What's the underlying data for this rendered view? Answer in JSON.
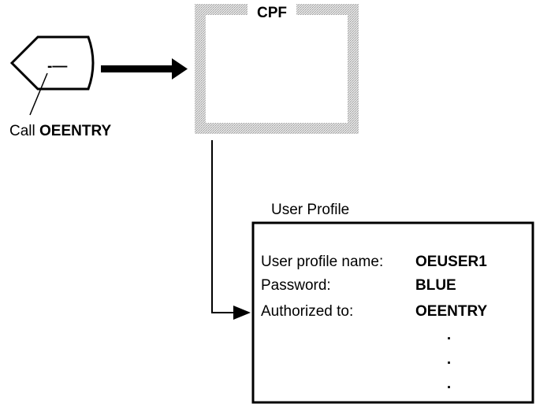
{
  "display_symbol": {
    "label_prefix": "Call",
    "label_program": "OEENTRY",
    "prompt_glyph": "-—"
  },
  "cpf": {
    "title": "CPF"
  },
  "user_profile": {
    "title": "User Profile",
    "rows": [
      {
        "label": "User profile name:",
        "value": "OEUSER1"
      },
      {
        "label": "Password:",
        "value": "BLUE"
      },
      {
        "label": "Authorized to:",
        "value": "OEENTRY"
      }
    ],
    "continuation": [
      "·",
      "·",
      "·"
    ]
  },
  "colors": {
    "ink": "#000000",
    "cpf_border": "#c8c8c8",
    "background": "#ffffff"
  }
}
